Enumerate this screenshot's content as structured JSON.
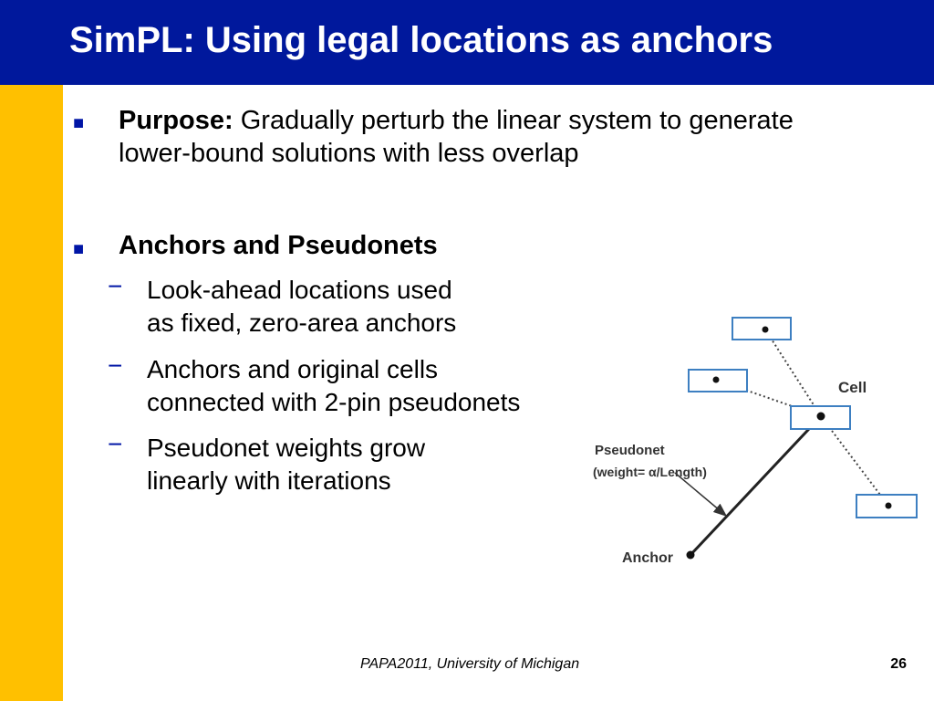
{
  "title": "SimPL: Using legal locations as anchors",
  "bullets": [
    {
      "bold": "Purpose:",
      "line1": " Gradually perturb the linear system to generate",
      "line2": "lower-bound solutions with less overlap"
    },
    {
      "bold": "Anchors and Pseudonets",
      "subs": [
        {
          "line1": "Look-ahead locations used",
          "line2": "as fixed, zero-area anchors"
        },
        {
          "line1": "Anchors and original cells",
          "line2": "connected with 2-pin pseudonets"
        },
        {
          "line1": "Pseudonet weights grow",
          "line2": "linearly with iterations"
        }
      ]
    }
  ],
  "bullet_glyph": "■",
  "dash_glyph": "−",
  "diagram": {
    "cell_label": "Cell",
    "pseudonet_label": "Pseudonet",
    "weight_label": "(weight= α/Length)",
    "anchor_label": "Anchor"
  },
  "footer": {
    "text": "PAPA2011, University of Michigan",
    "page": "26"
  },
  "colors": {
    "title_bar": "#00189c",
    "side_stripe": "#ffc000",
    "bullet": "#0015a6",
    "box_stroke": "#3d7fc1"
  }
}
